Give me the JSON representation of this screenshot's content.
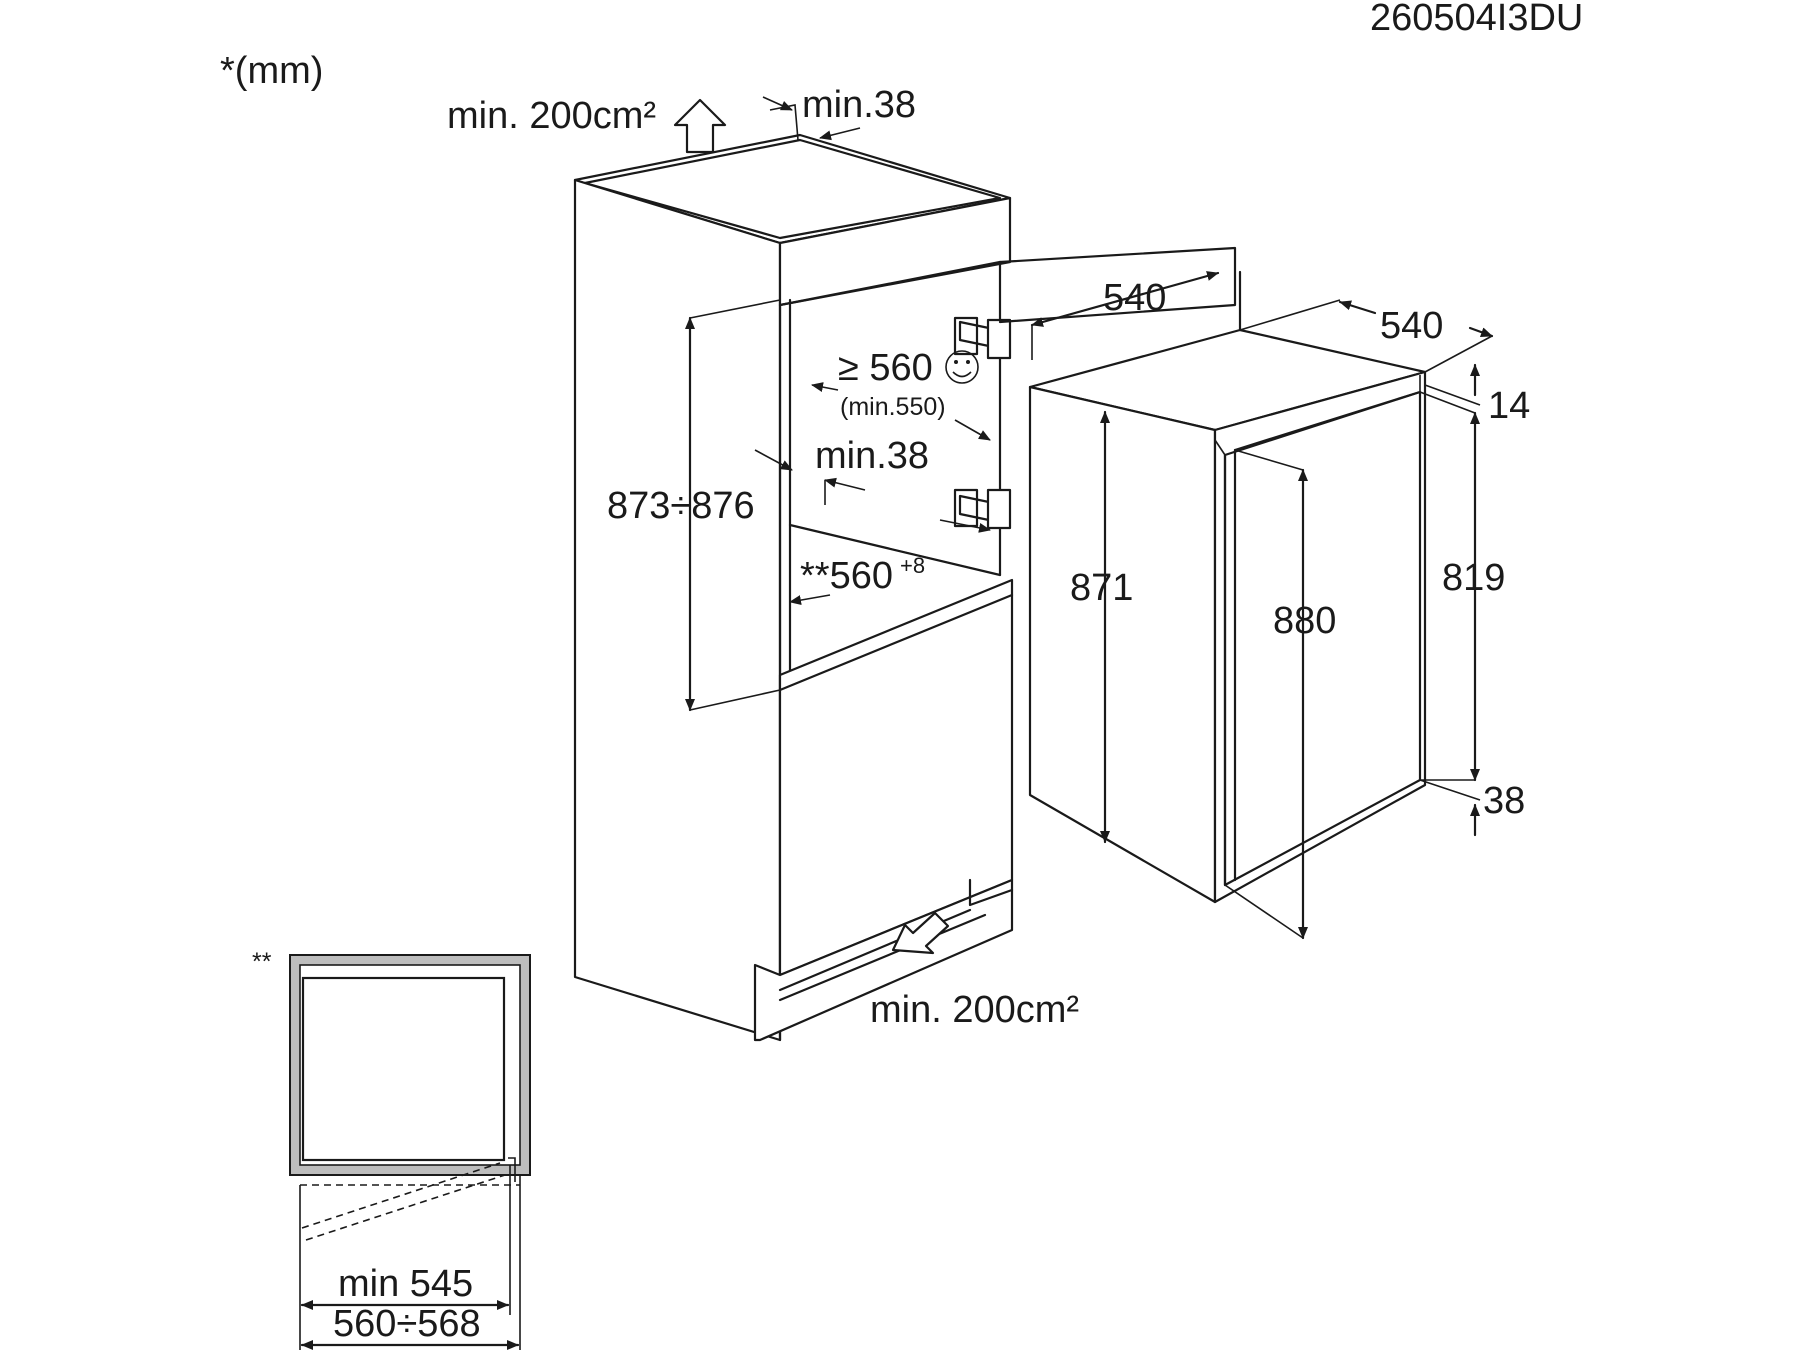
{
  "drawing": {
    "code": "260504I3DU",
    "units_note": "*(mm)"
  },
  "niche": {
    "vent_top": "min. 200cm²",
    "vent_bottom": "min. 200cm²",
    "top_gap": "min.38",
    "side_gap": "min.38",
    "height": "873÷876",
    "depth_recommended": "≥ 560",
    "depth_min": "(min.550)",
    "width_prefix": "**560",
    "width_tolerance": "+8"
  },
  "appliance": {
    "door_width": "540",
    "depth": "540",
    "height_body": "871",
    "height_total": "880",
    "door_height": "819",
    "offset_top": "14",
    "offset_bottom": "38"
  },
  "plan_view": {
    "marker": "**",
    "min_width": "min 545",
    "width_range": "560÷568"
  },
  "icons": [
    "up-arrow-icon",
    "smiley-icon",
    "airflow-arrow-icon",
    "hinge-icon"
  ]
}
